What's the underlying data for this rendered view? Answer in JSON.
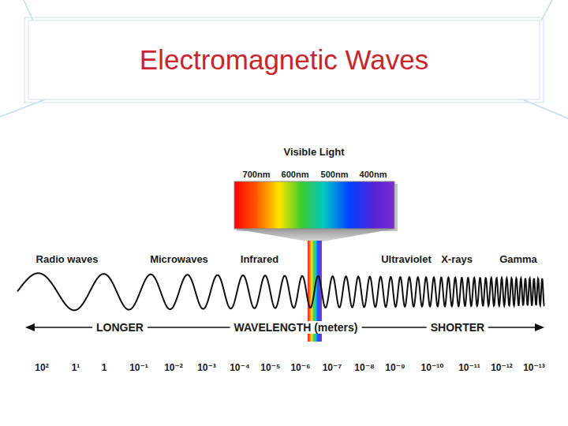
{
  "diagram": {
    "title": "Electromagnetic Waves",
    "labels": [
      "Visible Light",
      "700nm",
      "600nm",
      "500nm",
      "400nm",
      "Radio waves",
      "Microwaves",
      "Infrared",
      "Ultraviolet",
      "X-rays",
      "Gamma",
      "LONGER",
      "WAVELENGTH (meters)",
      "SHORTER",
      "10²",
      "1¹",
      "1",
      "10⁻¹",
      "10⁻²",
      "10⁻³",
      "10⁻⁴",
      "10⁻⁵",
      "10⁻⁶",
      "10⁻⁷",
      "10⁻⁸",
      "10⁻⁹",
      "10⁻¹⁰",
      "10⁻¹¹",
      "10⁻¹²",
      "10⁻¹³"
    ]
  }
}
